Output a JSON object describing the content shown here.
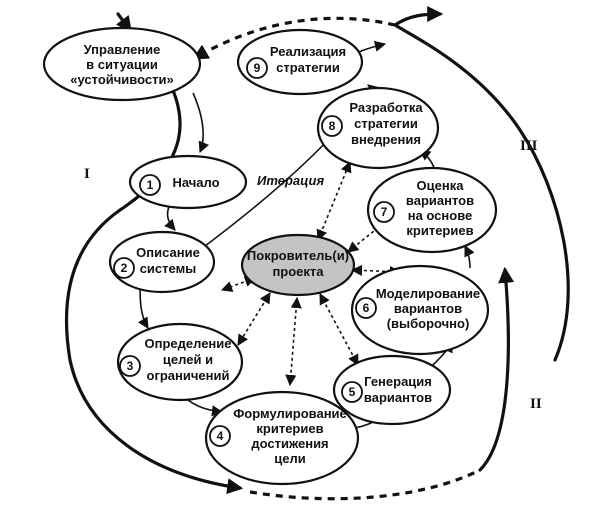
{
  "diagram": {
    "start_node": {
      "lines": [
        "Управление",
        "в ситуации",
        "«устойчивости»"
      ]
    },
    "nodes": [
      {
        "number": "1",
        "lines": [
          "Начало"
        ]
      },
      {
        "number": "2",
        "lines": [
          "Описание",
          "системы"
        ]
      },
      {
        "number": "3",
        "lines": [
          "Определение",
          "целей и",
          "ограничений"
        ]
      },
      {
        "number": "4",
        "lines": [
          "Формулирование",
          "критериев",
          "достижения",
          "цели"
        ]
      },
      {
        "number": "5",
        "lines": [
          "Генерация",
          "вариантов"
        ]
      },
      {
        "number": "6",
        "lines": [
          "Моделирование",
          "вариантов",
          "(выборочно)"
        ]
      },
      {
        "number": "7",
        "lines": [
          "Оценка",
          "вариантов",
          "на основе",
          "критериев"
        ]
      },
      {
        "number": "8",
        "lines": [
          "Разработка",
          "стратегии",
          "внедрения"
        ]
      },
      {
        "number": "9",
        "lines": [
          "Реализация",
          "стратегии"
        ]
      }
    ],
    "center_node": {
      "lines": [
        "Покровитель(и)",
        "проекта"
      ]
    },
    "iteration_label": "Итерация",
    "loop_labels": [
      "I",
      "II",
      "III"
    ]
  }
}
